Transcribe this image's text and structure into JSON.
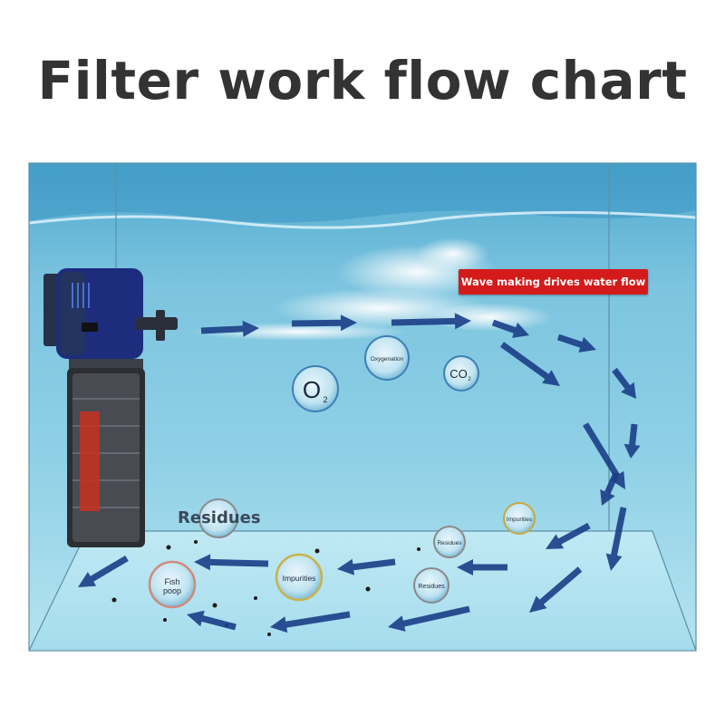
{
  "title": "Filter work flow chart",
  "banner": "Wave making drives water flow",
  "labels": {
    "oxygenation": "Oxygenation",
    "o2": "O",
    "o2_sub": "2",
    "co2": "CO",
    "co2_sub": "2",
    "impurities_small": "Impurities",
    "residues_small_1": "Residues",
    "residues_small_2": "Residues",
    "impurities_big": "Impurities",
    "fish_poop_1": "Fish",
    "fish_poop_2": "poop",
    "residues_large": "Residues"
  },
  "colors": {
    "water_top": "#5fb6d6",
    "water_bottom": "#a8dcec",
    "arrow": "#1a3e86",
    "banner": "#d41a1a"
  },
  "icons": [
    "filter-pump-icon",
    "flow-arrow-icon",
    "bubble-icon"
  ]
}
